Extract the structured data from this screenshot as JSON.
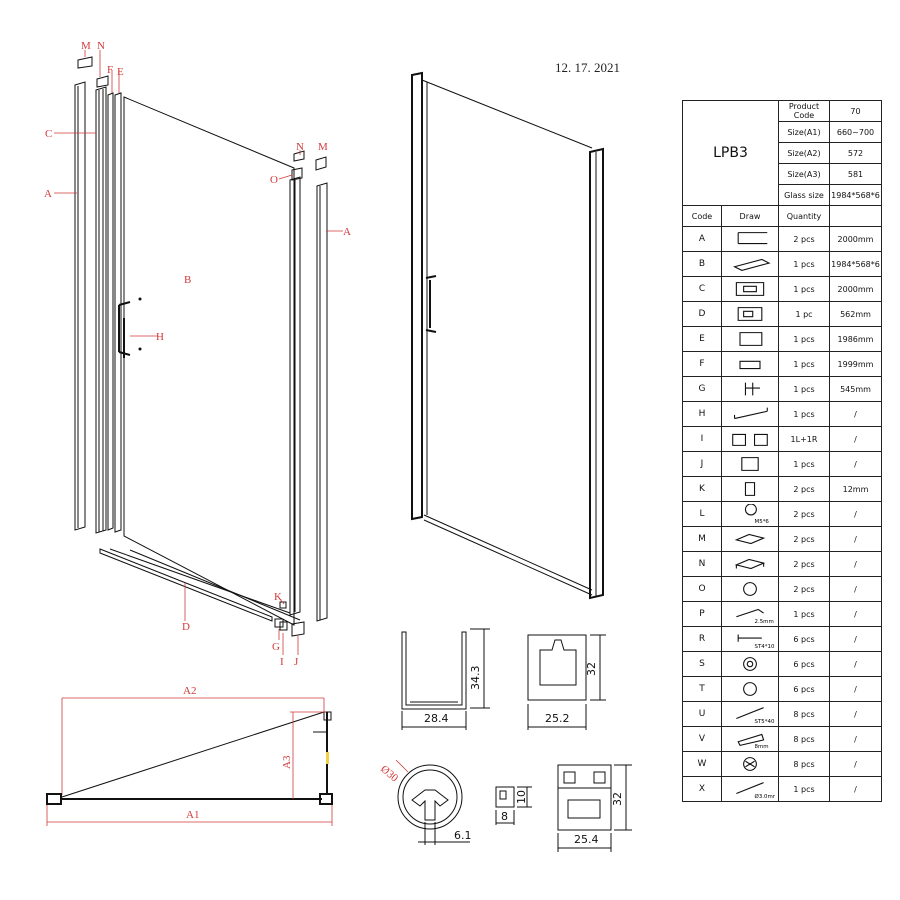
{
  "date": "12. 17. 2021",
  "labels": {
    "M": "M",
    "N": "N",
    "F": "F",
    "E": "E",
    "C": "C",
    "A": "A",
    "B": "B",
    "H": "H",
    "O": "O",
    "D": "D",
    "K": "K",
    "G": "G",
    "I": "I",
    "J": "J",
    "A1": "A1",
    "A2": "A2",
    "A3": "A3"
  },
  "dimensions": {
    "profile_a_height": "34.3",
    "profile_a_width": "28.4",
    "profile_c_height": "32",
    "profile_c_width": "25.2",
    "round_diameter": "Ø30",
    "round_slot": "6.1",
    "small_height": "10",
    "small_width": "8",
    "profile_e_height": "32",
    "profile_e_width": "25.4"
  },
  "spec": {
    "model": "LPB3",
    "info_rows": [
      {
        "label": "Product Code",
        "value": "70"
      },
      {
        "label": "Size(A1)",
        "value": "660~700"
      },
      {
        "label": "Size(A2)",
        "value": "572"
      },
      {
        "label": "Size(A3)",
        "value": "581"
      },
      {
        "label": "Glass size",
        "value": "1984*568*6"
      }
    ],
    "headers": {
      "code": "Code",
      "draw": "Draw",
      "quantity": "Quantity"
    },
    "rows": [
      {
        "code": "A",
        "qty": "2 pcs",
        "size": "2000mm"
      },
      {
        "code": "B",
        "qty": "1 pcs",
        "size": "1984*568*6"
      },
      {
        "code": "C",
        "qty": "1 pcs",
        "size": "2000mm"
      },
      {
        "code": "D",
        "qty": "1 pc",
        "size": "562mm"
      },
      {
        "code": "E",
        "qty": "1 pcs",
        "size": "1986mm"
      },
      {
        "code": "F",
        "qty": "1 pcs",
        "size": "1999mm"
      },
      {
        "code": "G",
        "qty": "1 pcs",
        "size": "545mm"
      },
      {
        "code": "H",
        "qty": "1 pcs",
        "size": "/"
      },
      {
        "code": "I",
        "qty": "1L+1R",
        "size": "/"
      },
      {
        "code": "J",
        "qty": "1 pcs",
        "size": "/"
      },
      {
        "code": "K",
        "qty": "2 pcs",
        "size": "12mm"
      },
      {
        "code": "L",
        "qty": "2 pcs",
        "size": "/",
        "draw_note": "M5*6"
      },
      {
        "code": "M",
        "qty": "2 pcs",
        "size": "/"
      },
      {
        "code": "N",
        "qty": "2 pcs",
        "size": "/"
      },
      {
        "code": "O",
        "qty": "2 pcs",
        "size": "/"
      },
      {
        "code": "P",
        "qty": "1 pcs",
        "size": "/",
        "draw_note": "2.5mm"
      },
      {
        "code": "R",
        "qty": "6 pcs",
        "size": "/",
        "draw_note": "ST4*10"
      },
      {
        "code": "S",
        "qty": "6 pcs",
        "size": "/"
      },
      {
        "code": "T",
        "qty": "6 pcs",
        "size": "/"
      },
      {
        "code": "U",
        "qty": "8 pcs",
        "size": "/",
        "draw_note": "ST5*40"
      },
      {
        "code": "V",
        "qty": "8 pcs",
        "size": "/",
        "draw_note": "8mm"
      },
      {
        "code": "W",
        "qty": "8 pcs",
        "size": "/"
      },
      {
        "code": "X",
        "qty": "1 pcs",
        "size": "/",
        "draw_note": "Ø3.0mm"
      }
    ]
  }
}
